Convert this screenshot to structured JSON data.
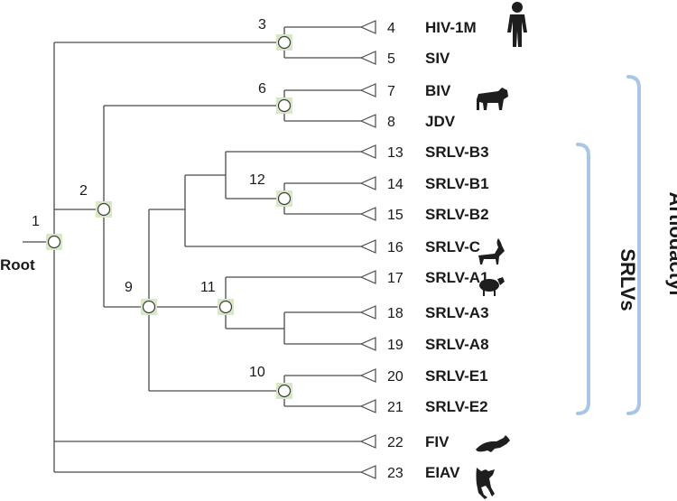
{
  "root_label": "Root",
  "internal_nodes": [
    {
      "id": "1",
      "label": "1"
    },
    {
      "id": "2",
      "label": "2"
    },
    {
      "id": "3",
      "label": "3"
    },
    {
      "id": "6",
      "label": "6"
    },
    {
      "id": "9",
      "label": "9"
    },
    {
      "id": "10",
      "label": "10"
    },
    {
      "id": "11",
      "label": "11"
    },
    {
      "id": "12",
      "label": "12"
    }
  ],
  "leaves": [
    {
      "num": "4",
      "name": "HIV-1M"
    },
    {
      "num": "5",
      "name": "SIV"
    },
    {
      "num": "7",
      "name": "BIV"
    },
    {
      "num": "8",
      "name": "JDV"
    },
    {
      "num": "13",
      "name": "SRLV-B3"
    },
    {
      "num": "14",
      "name": "SRLV-B1"
    },
    {
      "num": "15",
      "name": "SRLV-B2"
    },
    {
      "num": "16",
      "name": "SRLV-C"
    },
    {
      "num": "17",
      "name": "SRLV-A1"
    },
    {
      "num": "18",
      "name": "SRLV-A3"
    },
    {
      "num": "19",
      "name": "SRLV-A8"
    },
    {
      "num": "20",
      "name": "SRLV-E1"
    },
    {
      "num": "21",
      "name": "SRLV-E2"
    },
    {
      "num": "22",
      "name": "FIV"
    },
    {
      "num": "23",
      "name": "EIAV"
    }
  ],
  "groups": {
    "srlvs": "SRLVs",
    "artiodactyl": "Artiodactyl"
  },
  "icons": [
    "human-icon",
    "cow-icon",
    "goat-icon",
    "sheep-icon",
    "cat-icon",
    "horse-icon"
  ],
  "colors": {
    "node_highlight": "#d7e8c7",
    "bracket": "#a9c6e6"
  }
}
